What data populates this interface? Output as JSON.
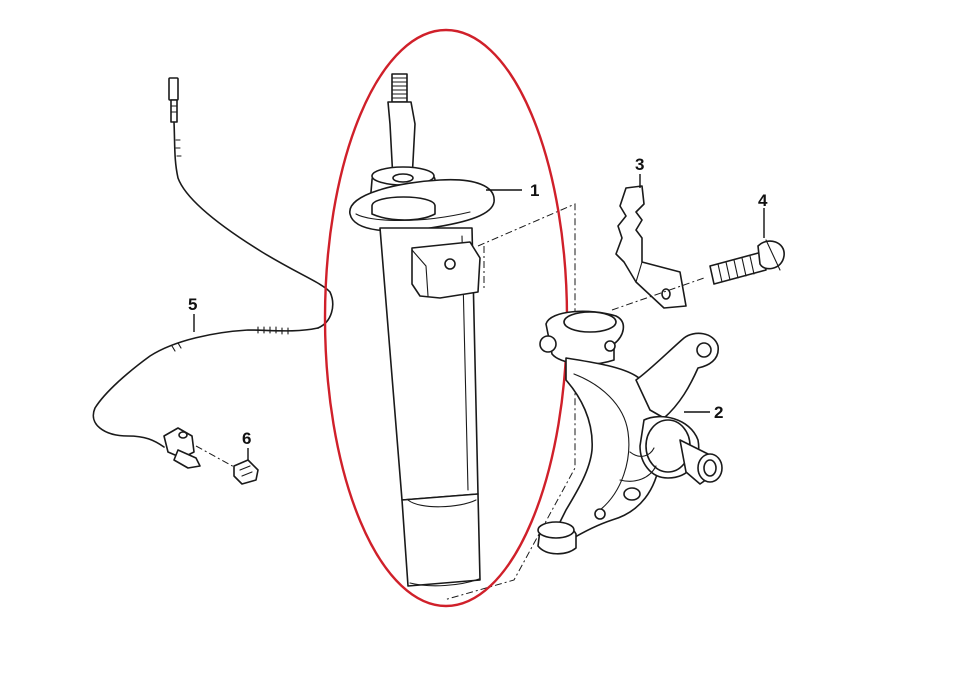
{
  "colors": {
    "line": "#1a1a1a",
    "highlight": "#d0202a",
    "background": "#ffffff"
  },
  "callouts": {
    "strut": "1",
    "steering_knuckle": "2",
    "bracket": "3",
    "bolt": "4",
    "wheel_speed_sensor": "5",
    "sensor_screw": "6"
  },
  "highlight": {
    "target": "strut",
    "shape": "ellipse"
  }
}
